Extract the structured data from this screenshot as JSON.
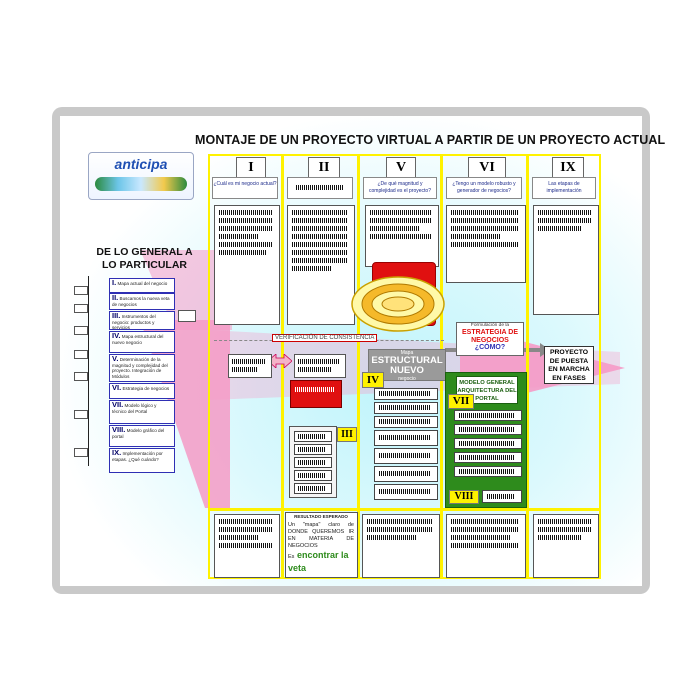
{
  "title": "MONTAJE DE UN PROYECTO VIRTUAL A PARTIR DE UN PROYECTO ACTUAL",
  "logo": {
    "text": "anticipa"
  },
  "left_heading": "DE  LO GENERAL A LO PARTICULAR",
  "steps": [
    {
      "num": "I.",
      "text": "Mapa actual del negocio"
    },
    {
      "num": "II.",
      "text": "Buscamos la nueva veta de negocios"
    },
    {
      "num": "III.",
      "text": "Instrumentos del negocio: productos y servicios"
    },
    {
      "num": "IV.",
      "text": "Mapa estructural del nuevo negocio"
    },
    {
      "num": "V.",
      "text": "Determinación de la magnitud y complejidad del proyecto. Integración de Módulos"
    },
    {
      "num": "VI.",
      "text": "Estrategia de negocios"
    },
    {
      "num": "VII.",
      "text": "Modelo lógico y técnico del Portal"
    },
    {
      "num": "VIII.",
      "text": "Modelo gráfico del portal"
    },
    {
      "num": "IX.",
      "text": "Implementación por etapas. ¿Qué cuándo?"
    }
  ],
  "columns": [
    {
      "roman": "I",
      "question": "¿Cuál es mi negocio actual?"
    },
    {
      "roman": "II",
      "question": ""
    },
    {
      "roman": "V",
      "question": "¿De qué magnitud y complejidad es el proyecto?"
    },
    {
      "roman": "VI",
      "question": "¿Tengo un modelo robusto y generador de negocios?"
    },
    {
      "roman": "IX",
      "question": "Las etapas de implementación"
    }
  ],
  "verification": "VERIFICACIÓN DE CONSISTENCIA",
  "mapa": {
    "small": "Mapa",
    "big": "ESTRUCTURAL NUEVO",
    "suffix": "negocio"
  },
  "formulacion": {
    "small": "Formulación de la",
    "big": "ESTRATEGIA DE NEGOCIOS",
    "como": "¿CÓMO?"
  },
  "proyecto_fases": "PROYECTO DE PUESTA EN MARCHA EN FASES",
  "modelo_general": "MODELO GENERAL ARQUITECTURA DEL PORTAL",
  "labels": {
    "iii": "III",
    "iv": "IV",
    "vii": "VII",
    "viii": "VIII"
  },
  "resultado": {
    "header": "RESULTADO ESPERADO",
    "body": "Un \"mapa\" claro de DONDE QUEREMOS IR EN MATERIA DE NEGOCIOS",
    "prefix": "Es",
    "highlight": "encontrar la veta"
  },
  "colors": {
    "yellow": "#fff200",
    "pink": "#f59ac6",
    "green": "#2e8b1c",
    "red": "#e01010",
    "blue": "#2f2fb4",
    "cyan": "#bff4fb"
  }
}
